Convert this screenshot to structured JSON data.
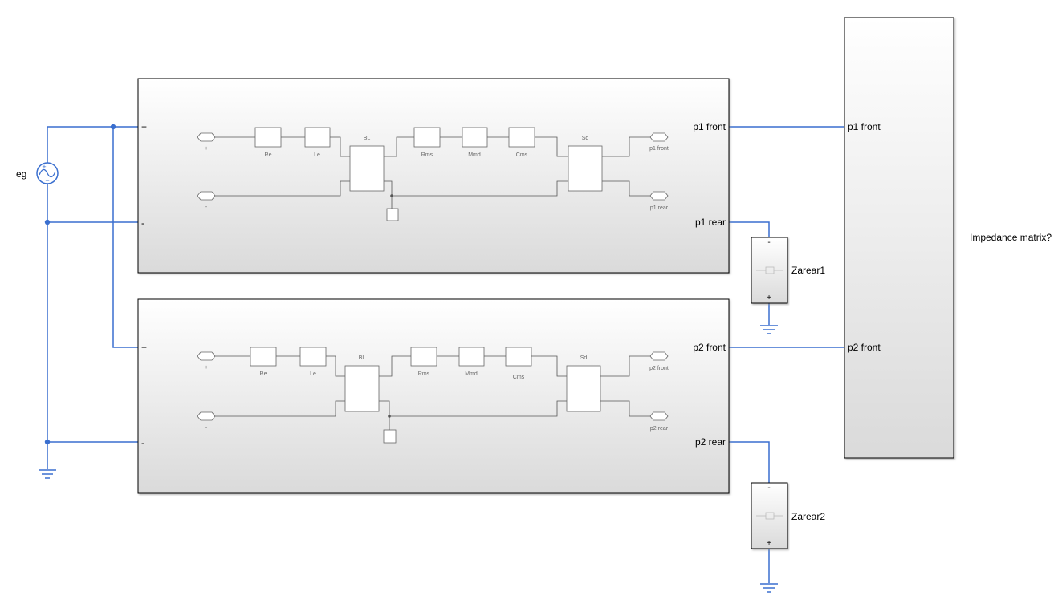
{
  "source": {
    "label": "eg"
  },
  "subsystems": [
    {
      "in_plus": "+",
      "in_minus": "-",
      "out_front": "p1 front",
      "out_rear": "p1 rear",
      "inner": {
        "port_plus": "+",
        "port_minus": "-",
        "port_front": "p1 front",
        "port_rear": "p1 rear",
        "re": "Re",
        "le": "Le",
        "bl": "BL",
        "rms": "Rms",
        "mmd": "Mmd",
        "cms": "Cms",
        "sd": "Sd"
      }
    },
    {
      "in_plus": "+",
      "in_minus": "-",
      "out_front": "p2 front",
      "out_rear": "p2 rear",
      "inner": {
        "port_plus": "+",
        "port_minus": "-",
        "port_front": "p2 front",
        "port_rear": "p2 rear",
        "re": "Re",
        "le": "Le",
        "bl": "BL",
        "rms": "Rms",
        "mmd": "Mmd",
        "cms": "Cms",
        "sd": "Sd"
      }
    }
  ],
  "loads": [
    {
      "label": "Zarear1",
      "top_port": "-",
      "bottom_port": "+"
    },
    {
      "label": "Zarear2",
      "top_port": "-",
      "bottom_port": "+"
    }
  ],
  "impedance": {
    "label": "Impedance matrix?",
    "port_p1": "p1 front",
    "port_p2": "p2 front"
  }
}
